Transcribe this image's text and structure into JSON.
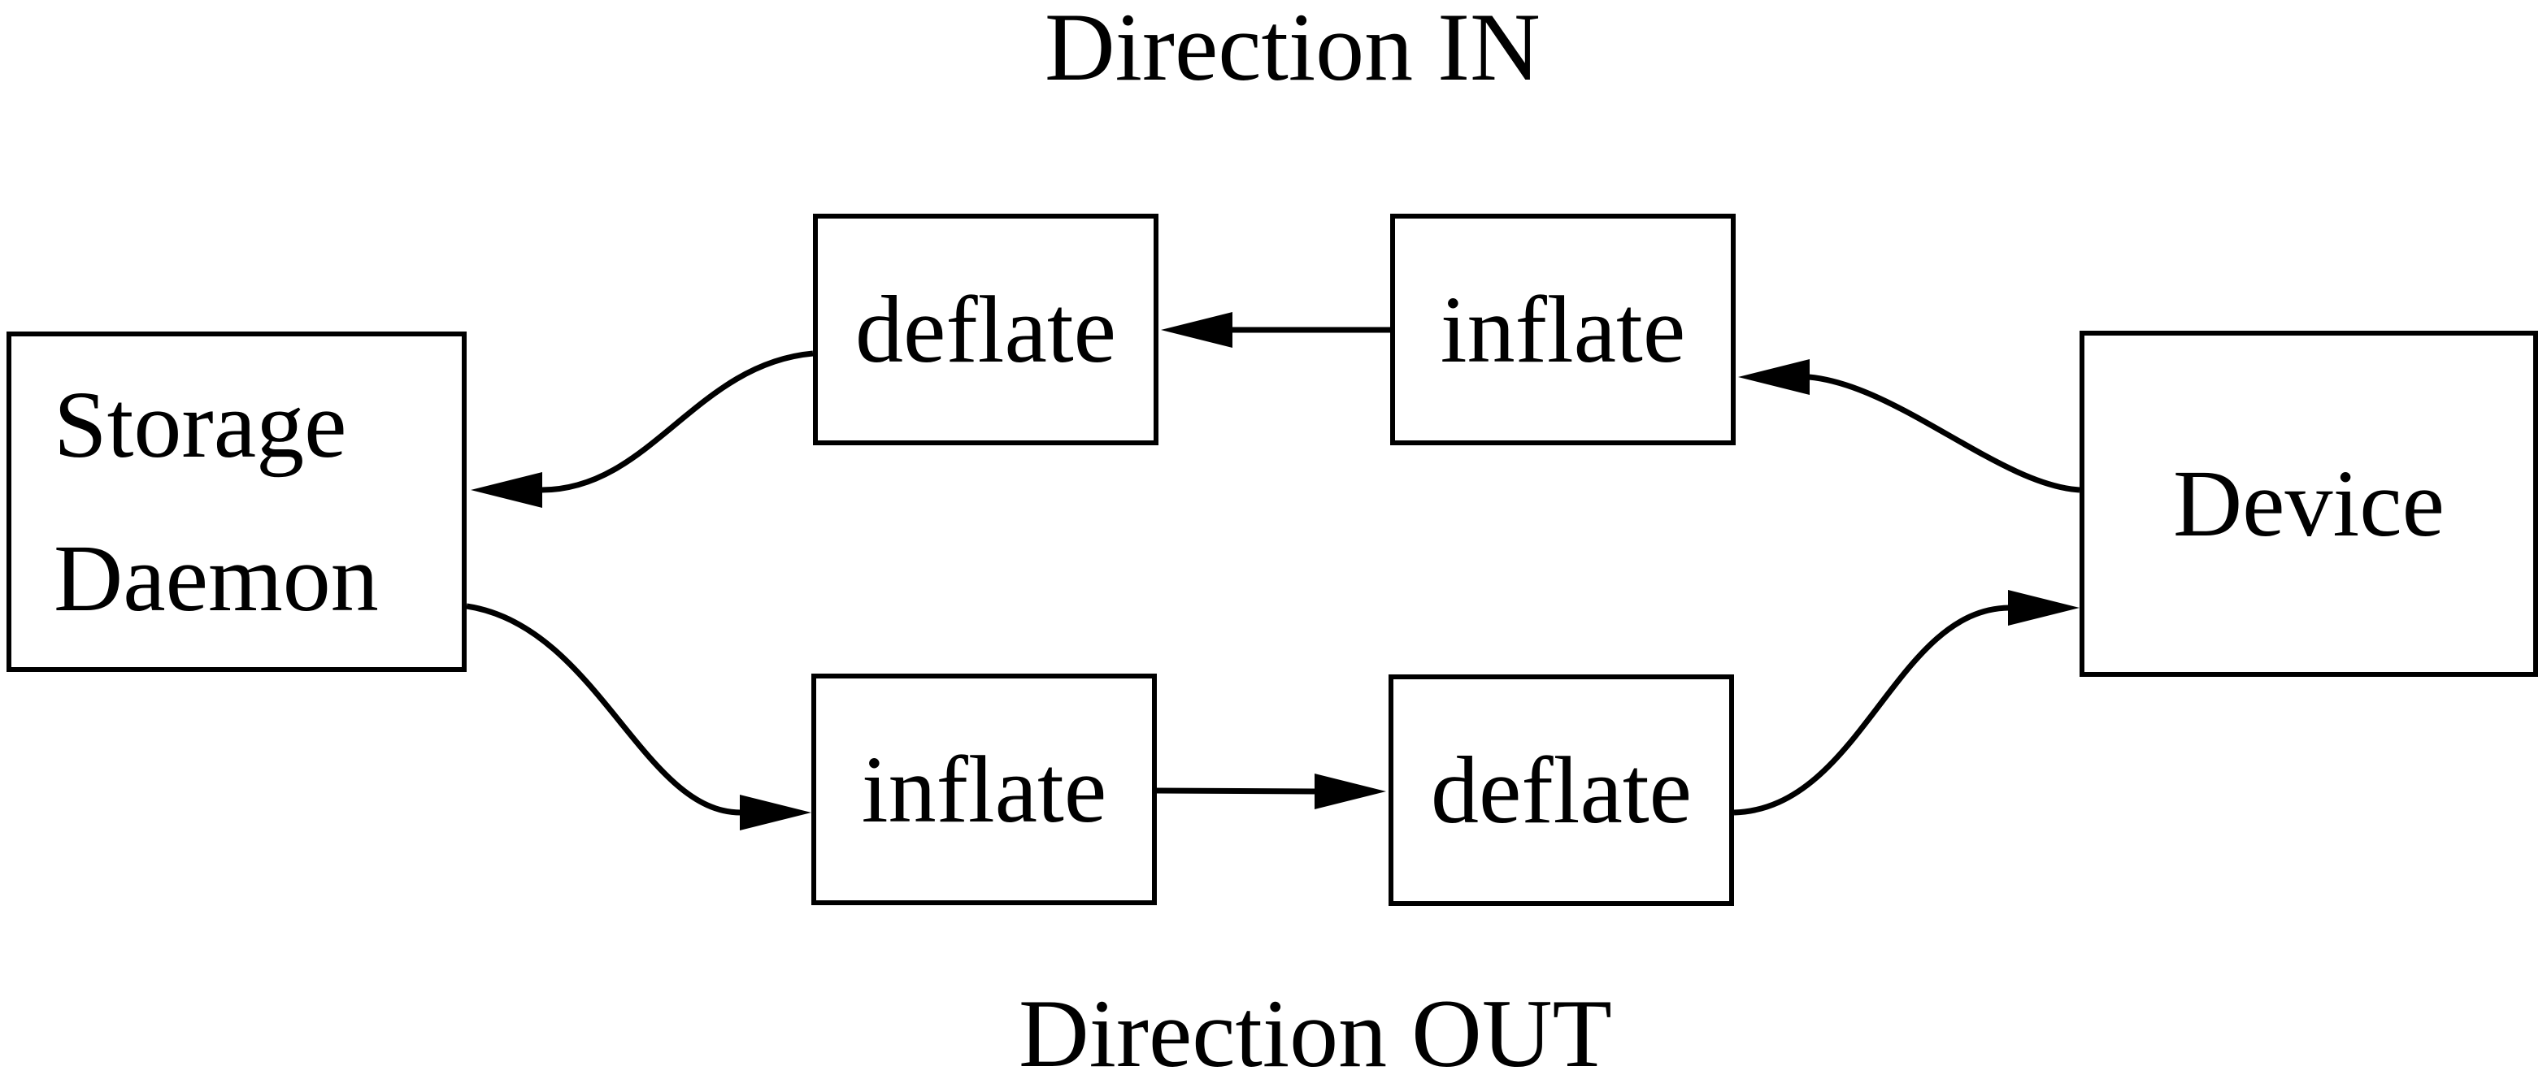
{
  "diagram": {
    "titles": {
      "direction_in": "Direction IN",
      "direction_out": "Direction OUT"
    },
    "nodes": {
      "storage_daemon": {
        "line1": "Storage",
        "line2": "Daemon"
      },
      "deflate_in": {
        "label": "deflate"
      },
      "inflate_in": {
        "label": "inflate"
      },
      "inflate_out": {
        "label": "inflate"
      },
      "deflate_out": {
        "label": "deflate"
      },
      "device": {
        "label": "Device"
      }
    },
    "colors": {
      "ink": "#000000",
      "background": "#ffffff"
    },
    "flows": {
      "in": "Device → inflate → deflate → Storage Daemon",
      "out": "Storage Daemon → inflate → deflate → Device"
    }
  }
}
